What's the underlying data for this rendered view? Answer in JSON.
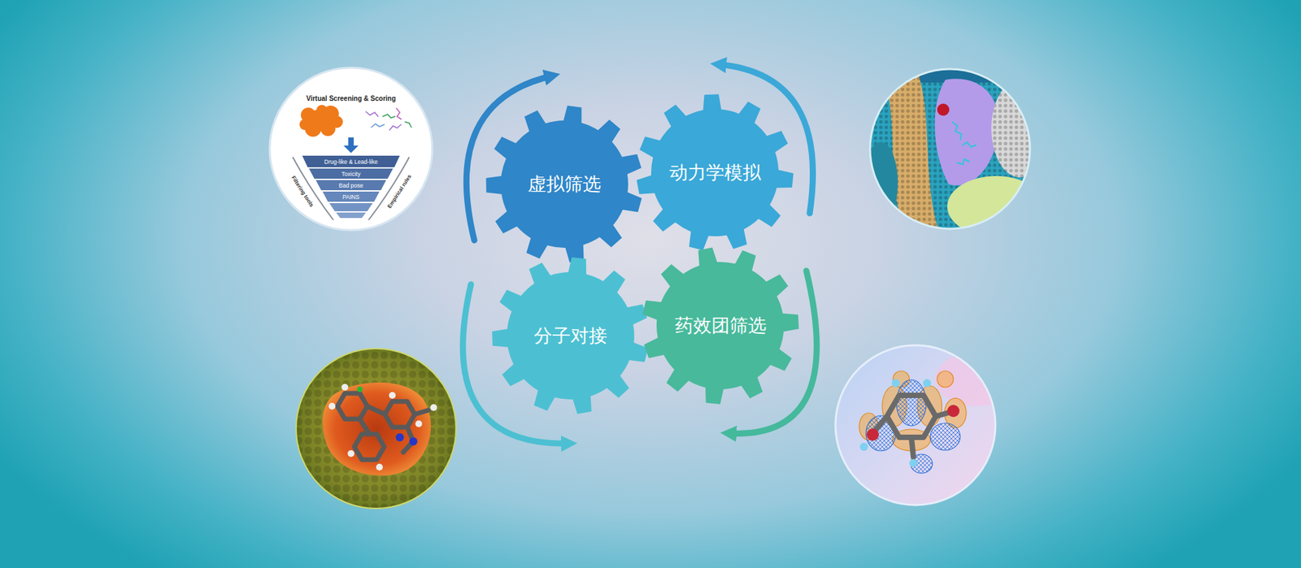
{
  "diagram": {
    "nodes": [
      {
        "text": [
          "虚拟筛选"
        ]
      },
      {
        "text": [
          "动力学模拟"
        ]
      },
      {
        "text": [
          "分子对接"
        ]
      },
      {
        "text": [
          "药效团筛选"
        ]
      }
    ],
    "labels": [
      "Virtual Screening & Scoring",
      "Drug-like & Lead-like",
      "Toxicity",
      "Bad pose",
      "PAINS",
      "Filtering tools",
      "Empirical rules"
    ]
  }
}
